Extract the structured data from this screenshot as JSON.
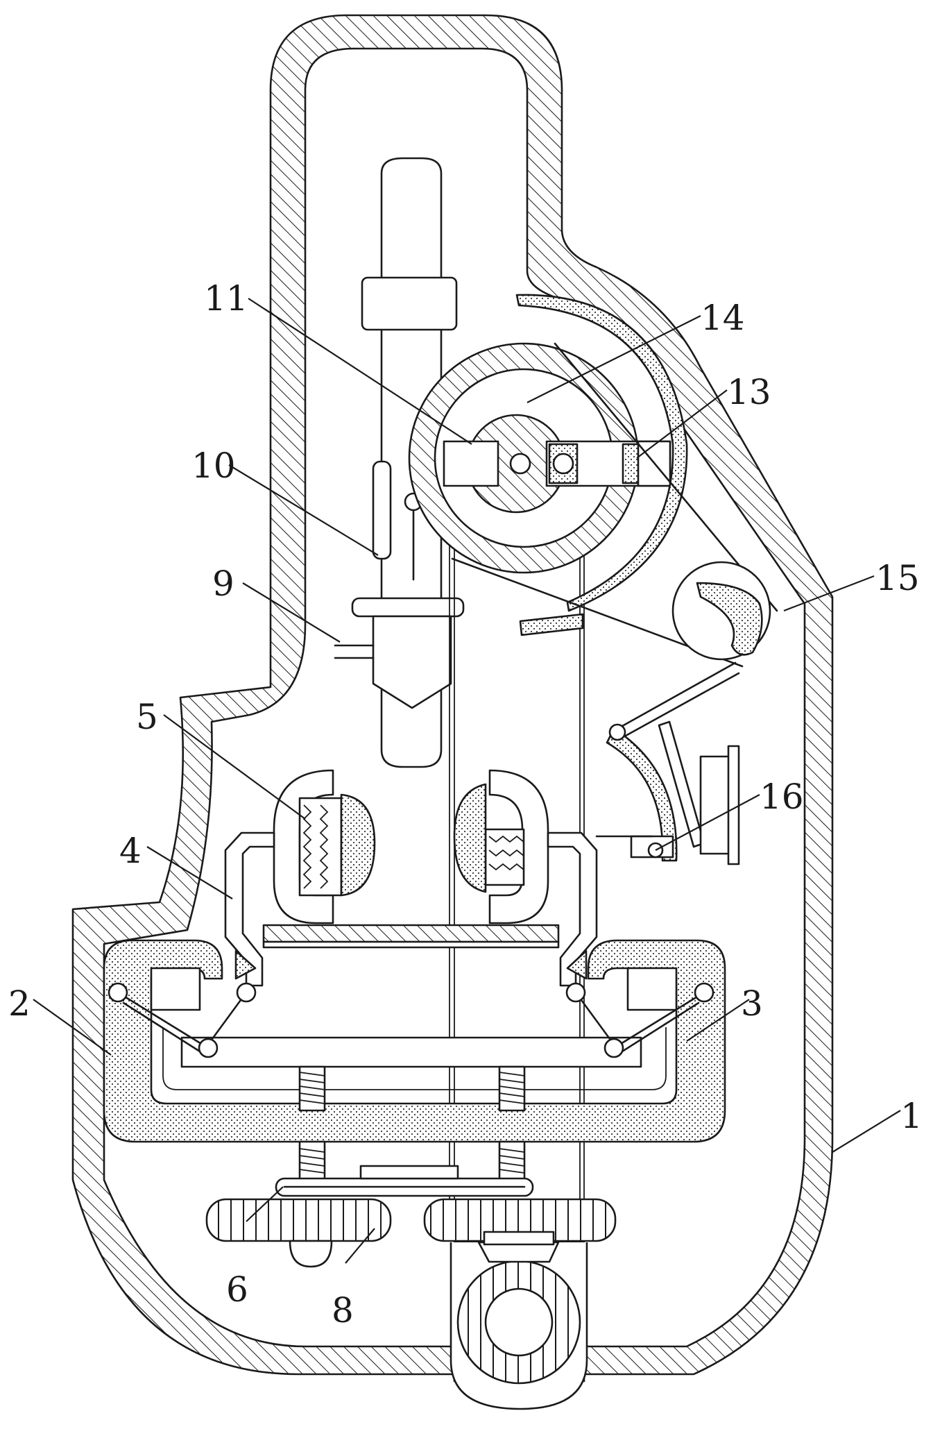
{
  "labels": {
    "l1": "1",
    "l2": "2",
    "l3": "3",
    "l4": "4",
    "l5": "5",
    "l6": "6",
    "l8": "8",
    "l9": "9",
    "l10": "10",
    "l11": "11",
    "l13": "13",
    "l14": "14",
    "l15": "15",
    "l16": "16"
  }
}
